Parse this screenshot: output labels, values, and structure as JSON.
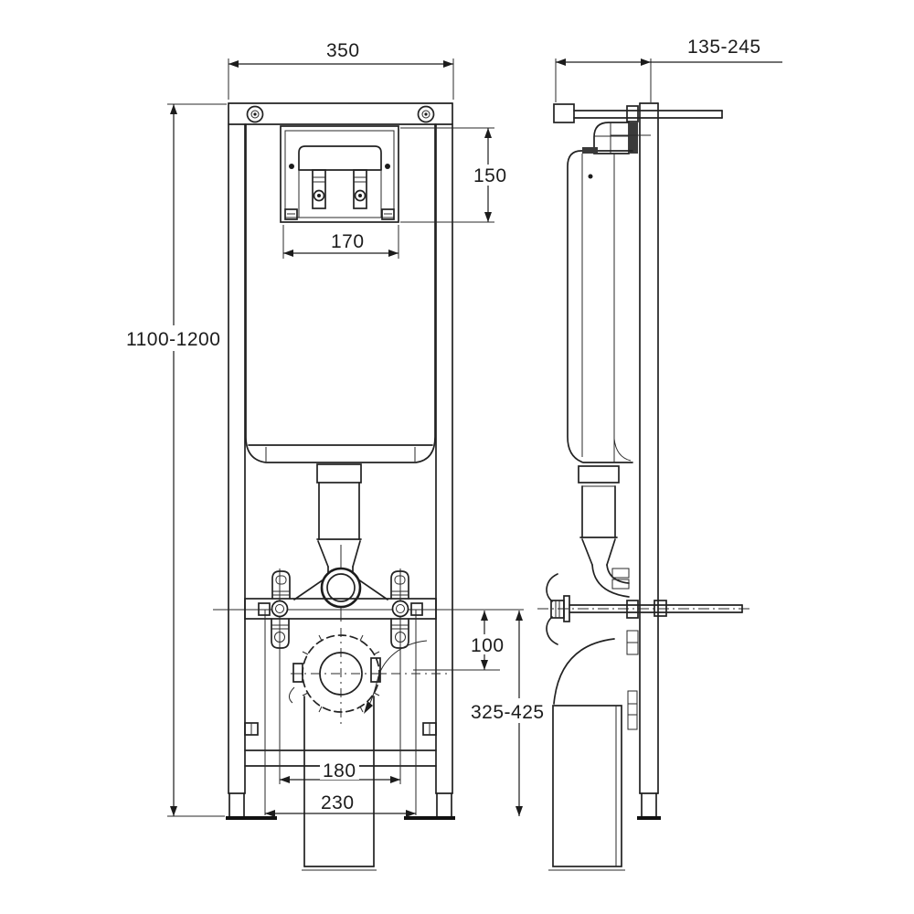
{
  "meta": {
    "drawing_type": "installation-dimension-drawing",
    "units": "mm"
  },
  "colors": {
    "background": "#ffffff",
    "line": "#1e1e1e",
    "text": "#1c1c1c"
  },
  "views": {
    "front": {
      "label": "front-view"
    },
    "side": {
      "label": "side-view"
    }
  },
  "dimensions": {
    "frame_width": "350",
    "plate_opening_height": "150",
    "plate_opening_width": "170",
    "frame_height": "1100-1200",
    "outlet_drop": "100",
    "outlet_height_range": "325-425",
    "pan_bolt_spacing": "180",
    "pan_fixing_spacing": "230",
    "depth_range": "135-245"
  }
}
